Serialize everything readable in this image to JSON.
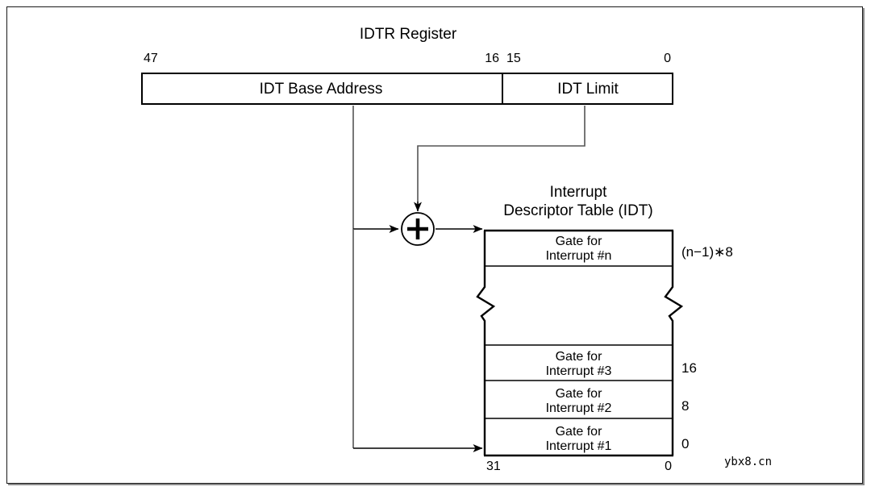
{
  "figure": {
    "register_title": "IDTR Register",
    "table_title_line1": "Interrupt",
    "table_title_line2": "Descriptor Table (IDT)"
  },
  "register": {
    "bits": {
      "left_msb": "47",
      "left_lsb": "16",
      "right_msb": "15",
      "right_lsb": "0"
    },
    "fields": [
      {
        "label": "IDT Base Address"
      },
      {
        "label": "IDT Limit"
      }
    ]
  },
  "adder": {
    "symbol": "+"
  },
  "idt_table": {
    "rows": [
      {
        "line1": "Gate for",
        "line2": "Interrupt #n",
        "offset": "(n−1)∗8"
      },
      {
        "line1": "",
        "line2": "",
        "offset": ""
      },
      {
        "line1": "Gate for",
        "line2": "Interrupt #3",
        "offset": "16"
      },
      {
        "line1": "Gate for",
        "line2": "Interrupt #2",
        "offset": "8"
      },
      {
        "line1": "Gate for",
        "line2": "Interrupt #1",
        "offset": "0"
      }
    ],
    "bits": {
      "msb": "31",
      "lsb": "0"
    }
  },
  "watermark": {
    "text": "ybx8.cn"
  },
  "colors": {
    "stroke": "#000000",
    "frame": "#1a1a1a",
    "background": "#ffffff"
  }
}
